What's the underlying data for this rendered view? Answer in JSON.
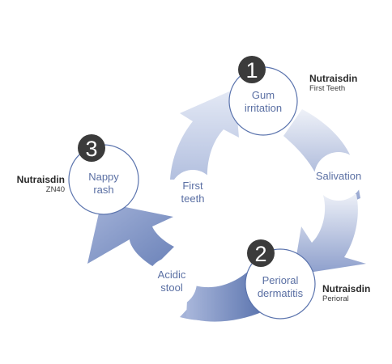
{
  "colors": {
    "circle_border": "#5a73ad",
    "label_text": "#5a6fa3",
    "badge_fill": "#3b3b3b",
    "badge_text": "#ffffff",
    "arrow_light": "#e9edf7",
    "arrow_mid": "#b9c5e2",
    "arrow_dark": "#5f78b1"
  },
  "stages": [
    {
      "number": "1",
      "label_lines": [
        "Gum",
        "irritation"
      ],
      "brand": {
        "name": "Nutraisdin",
        "sub": "First Teeth"
      }
    },
    {
      "number": "2",
      "label_lines": [
        "Perioral",
        "dermatitis"
      ],
      "brand": {
        "name": "Nutraisdin",
        "sub": "Perioral"
      }
    },
    {
      "number": "3",
      "label_lines": [
        "Nappy",
        "rash"
      ],
      "brand": {
        "name": "Nutraisdin",
        "sub": "ZN40"
      }
    }
  ],
  "steps": [
    {
      "label_lines": [
        "Salivation"
      ]
    },
    {
      "label_lines": [
        "Acidic",
        "stool"
      ]
    },
    {
      "label_lines": [
        "First",
        "teeth"
      ]
    }
  ]
}
